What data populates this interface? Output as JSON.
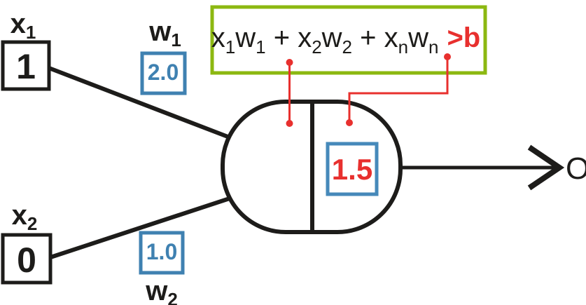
{
  "diagram": "artificial-neuron-perceptron",
  "colors": {
    "ink": "#1d1c1a",
    "red": "#e8302e",
    "green": "#8cb811",
    "weight_blue": "#3f81b1",
    "bias_blue": "#4689ba",
    "background": "#ffffff"
  },
  "inputs": [
    {
      "label_base": "x",
      "label_sub": "1",
      "value": "1"
    },
    {
      "label_base": "x",
      "label_sub": "2",
      "value": "0"
    }
  ],
  "weights": [
    {
      "label_base": "w",
      "label_sub": "1",
      "value": "2.0"
    },
    {
      "label_base": "w",
      "label_sub": "2",
      "value": "1.0"
    }
  ],
  "neuron": {
    "bias_threshold": "1.5"
  },
  "output": {
    "label": "O"
  },
  "formula": {
    "parts": [
      "x",
      "1",
      "w",
      "1",
      " + ",
      "x",
      "2",
      "w",
      "2",
      " + ",
      "x",
      "n",
      "w",
      "n"
    ],
    "threshold": ">b"
  }
}
